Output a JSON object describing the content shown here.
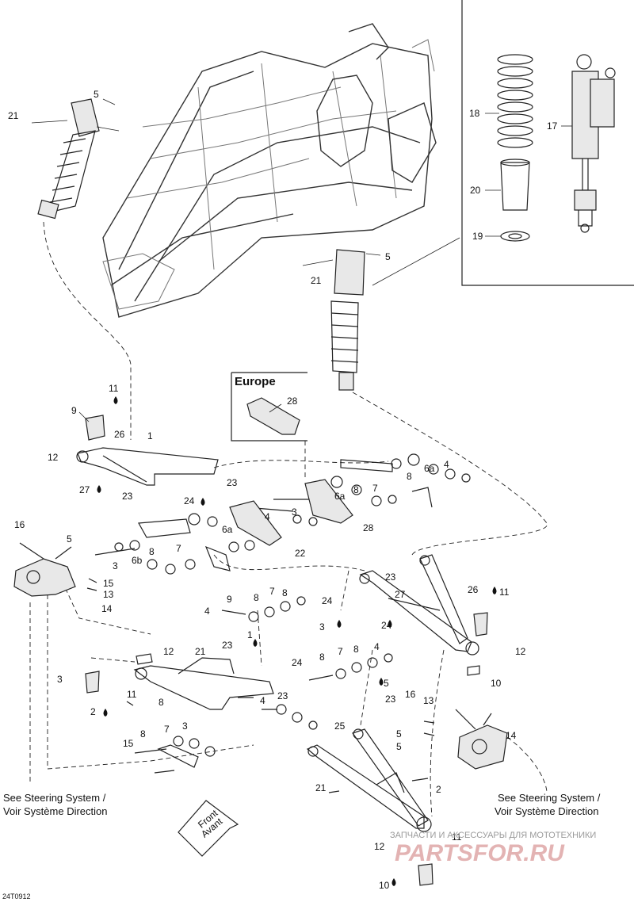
{
  "drawing_code": "24T0912",
  "inset_header": "Europe",
  "notes": {
    "steering_left": [
      "See Steering System /",
      "Voir Système Direction"
    ],
    "steering_right": [
      "See Steering System /",
      "Voir Système Direction"
    ]
  },
  "front_arrow": [
    "Front",
    "Avant"
  ],
  "watermark": {
    "line1": "ЗАПЧАСТИ И АКСЕССУАРЫ ДЛЯ МОТОТЕХНИКИ",
    "line2": "PARTSFOR.RU"
  },
  "callouts": {
    "c1": "21",
    "c2": "5",
    "c3": "18",
    "c4": "17",
    "c5": "20",
    "c6": "19",
    "c7": "5",
    "c8": "21",
    "c9": "28",
    "c10": "11",
    "c11": "9",
    "c12": "26",
    "c13": "1",
    "c14": "12",
    "c15": "23",
    "c16": "27",
    "c17": "23",
    "c18": "24",
    "c19": "6a",
    "c20": "4",
    "c21": "8",
    "c22": "7",
    "c23": "6a",
    "c24": "8",
    "c25": "16",
    "c26": "5",
    "c27": "3",
    "c28": "4",
    "c29": "6a",
    "c30": "28",
    "c31": "8",
    "c32": "6b",
    "c33": "7",
    "c34": "22",
    "c35": "3",
    "c36": "15",
    "c37": "13",
    "c38": "14",
    "c39": "23",
    "c40": "26",
    "c41": "11",
    "c42": "24",
    "c43": "27",
    "c44": "9",
    "c45": "8",
    "c46": "7",
    "c47": "8",
    "c48": "4",
    "c49": "3",
    "c50": "24",
    "c51": "1",
    "c52": "12",
    "c53": "12",
    "c54": "21",
    "c55": "23",
    "c56": "8",
    "c57": "7",
    "c58": "8",
    "c59": "4",
    "c60": "10",
    "c61": "3",
    "c62": "24",
    "c63": "5",
    "c64": "11",
    "c65": "2",
    "c66": "8",
    "c67": "4",
    "c68": "23",
    "c69": "23",
    "c70": "25",
    "c71": "8",
    "c72": "7",
    "c73": "3",
    "c74": "15",
    "c75": "16",
    "c76": "13",
    "c77": "5",
    "c78": "14",
    "c79": "5",
    "c80": "21",
    "c81": "2",
    "c82": "12",
    "c83": "11",
    "c84": "10"
  }
}
